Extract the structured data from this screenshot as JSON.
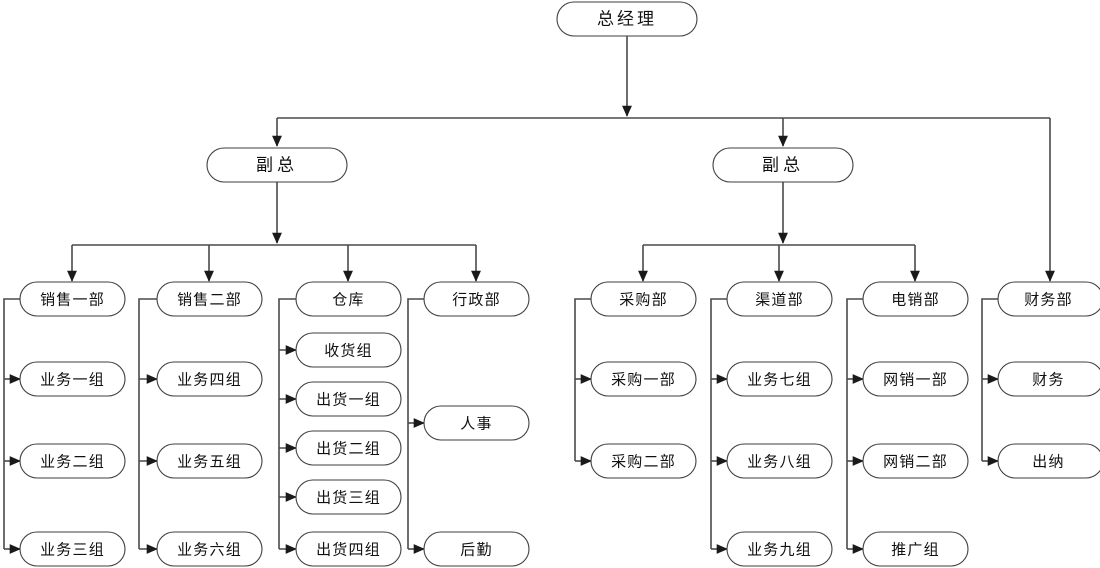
{
  "document": {
    "title": "组织架构图",
    "language": "zh-CN",
    "background_color": "#ffffff",
    "node_fill_color": "#ffffff",
    "node_border_color": "#3f3f3f",
    "connector_color": "#4a4a4a",
    "text_color": "#111111"
  },
  "chart_data": {
    "type": "diagram",
    "diagram_kind": "organization-chart",
    "orientation": "top-down",
    "node_shape": "stadium",
    "levels": 4,
    "node_count": 31,
    "nodes": [
      {
        "id": "gm",
        "label": "总经理",
        "level": 0,
        "parent": null
      },
      {
        "id": "vp_left",
        "label": "副总",
        "level": 1,
        "parent": "gm"
      },
      {
        "id": "vp_right",
        "label": "副总",
        "level": 1,
        "parent": "gm"
      },
      {
        "id": "sales1",
        "label": "销售一部",
        "level": 2,
        "parent": "vp_left"
      },
      {
        "id": "sales2",
        "label": "销售二部",
        "level": 2,
        "parent": "vp_left"
      },
      {
        "id": "warehouse",
        "label": "仓库",
        "level": 2,
        "parent": "vp_left"
      },
      {
        "id": "admin",
        "label": "行政部",
        "level": 2,
        "parent": "vp_left"
      },
      {
        "id": "purchase",
        "label": "采购部",
        "level": 2,
        "parent": "vp_right"
      },
      {
        "id": "channel",
        "label": "渠道部",
        "level": 2,
        "parent": "vp_right"
      },
      {
        "id": "telesales",
        "label": "电销部",
        "level": 2,
        "parent": "vp_right"
      },
      {
        "id": "finance_dept",
        "label": "财务部",
        "level": 2,
        "parent": "gm"
      },
      {
        "id": "biz1",
        "label": "业务一组",
        "level": 3,
        "parent": "sales1"
      },
      {
        "id": "biz2",
        "label": "业务二组",
        "level": 3,
        "parent": "sales1"
      },
      {
        "id": "biz3",
        "label": "业务三组",
        "level": 3,
        "parent": "sales1"
      },
      {
        "id": "biz4",
        "label": "业务四组",
        "level": 3,
        "parent": "sales2"
      },
      {
        "id": "biz5",
        "label": "业务五组",
        "level": 3,
        "parent": "sales2"
      },
      {
        "id": "biz6",
        "label": "业务六组",
        "level": 3,
        "parent": "sales2"
      },
      {
        "id": "recv",
        "label": "收货组",
        "level": 3,
        "parent": "warehouse"
      },
      {
        "id": "ship1",
        "label": "出货一组",
        "level": 3,
        "parent": "warehouse"
      },
      {
        "id": "ship2",
        "label": "出货二组",
        "level": 3,
        "parent": "warehouse"
      },
      {
        "id": "ship3",
        "label": "出货三组",
        "level": 3,
        "parent": "warehouse"
      },
      {
        "id": "ship4",
        "label": "出货四组",
        "level": 3,
        "parent": "warehouse"
      },
      {
        "id": "hr",
        "label": "人事",
        "level": 3,
        "parent": "admin"
      },
      {
        "id": "logistics",
        "label": "后勤",
        "level": 3,
        "parent": "admin"
      },
      {
        "id": "purchase1",
        "label": "采购一部",
        "level": 3,
        "parent": "purchase"
      },
      {
        "id": "purchase2",
        "label": "采购二部",
        "level": 3,
        "parent": "purchase"
      },
      {
        "id": "biz7",
        "label": "业务七组",
        "level": 3,
        "parent": "channel"
      },
      {
        "id": "biz8",
        "label": "业务八组",
        "level": 3,
        "parent": "channel"
      },
      {
        "id": "biz9",
        "label": "业务九组",
        "level": 3,
        "parent": "channel"
      },
      {
        "id": "web1",
        "label": "网销一部",
        "level": 3,
        "parent": "telesales"
      },
      {
        "id": "web2",
        "label": "网销二部",
        "level": 3,
        "parent": "telesales"
      },
      {
        "id": "promo",
        "label": "推广组",
        "level": 3,
        "parent": "telesales"
      },
      {
        "id": "finance",
        "label": "财务",
        "level": 3,
        "parent": "finance_dept"
      },
      {
        "id": "cashier",
        "label": "出纳",
        "level": 3,
        "parent": "finance_dept"
      }
    ]
  },
  "nodes": {
    "gm": "总经理",
    "vp_left": "副总",
    "vp_right": "副总",
    "sales1": "销售一部",
    "sales2": "销售二部",
    "warehouse": "仓库",
    "admin": "行政部",
    "purchase": "采购部",
    "channel": "渠道部",
    "telesales": "电销部",
    "finance_dept": "财务部",
    "biz1": "业务一组",
    "biz2": "业务二组",
    "biz3": "业务三组",
    "biz4": "业务四组",
    "biz5": "业务五组",
    "biz6": "业务六组",
    "recv": "收货组",
    "ship1": "出货一组",
    "ship2": "出货二组",
    "ship3": "出货三组",
    "ship4": "出货四组",
    "hr": "人事",
    "logistics": "后勤",
    "purchase1": "采购一部",
    "purchase2": "采购二部",
    "biz7": "业务七组",
    "biz8": "业务八组",
    "biz9": "业务九组",
    "web1": "网销一部",
    "web2": "网销二部",
    "promo": "推广组",
    "finance": "财务",
    "cashier": "出纳"
  }
}
